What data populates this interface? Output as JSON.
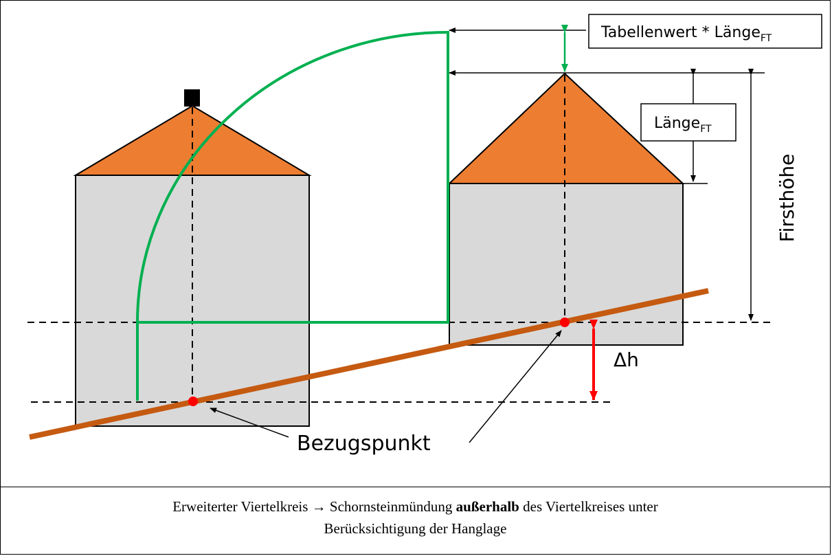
{
  "labels": {
    "tabellenwert": "Tabellenwert * Länge",
    "tabellenwert_sub": "FT",
    "laenge": "Länge",
    "laenge_sub": "FT",
    "firsthoehe": "Firsthöhe",
    "delta_h": "Δh",
    "bezugspunkt": "Bezugspunkt"
  },
  "caption": {
    "part1": "Erweiterter Viertelkreis",
    "arrow": "→",
    "part2": "Schornsteinmündung",
    "bold": "außerhalb",
    "part3": "des Viertelkreises unter",
    "line2": "Berücksichtigung der Hanglage"
  },
  "colors": {
    "roof": "#ED7D31",
    "wall": "#D9D9D9",
    "quarter_circle": "#00B050",
    "slope": "#C55A11",
    "reference_point": "#FF0000",
    "delta_arrow": "#FF0000"
  }
}
